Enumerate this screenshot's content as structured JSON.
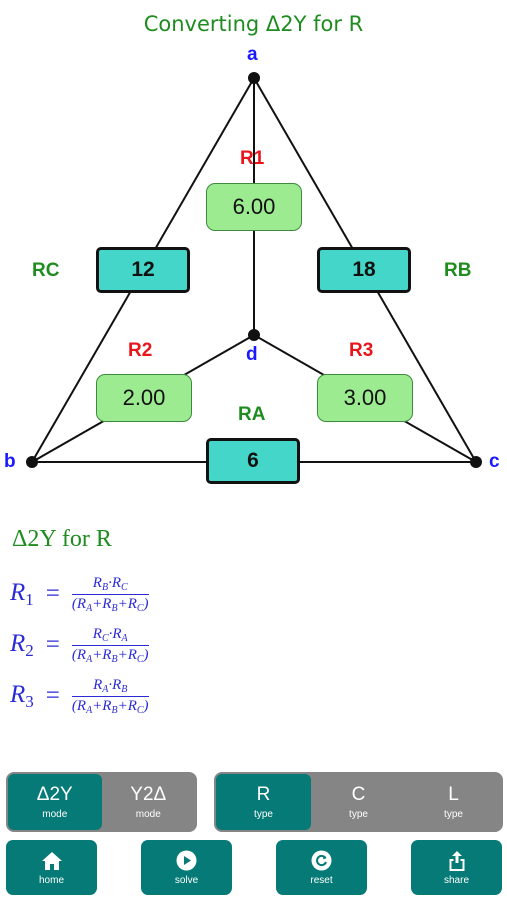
{
  "title": "Converting Δ2Y for R",
  "nodes": {
    "a": "a",
    "b": "b",
    "c": "c",
    "d": "d"
  },
  "wye": {
    "r1": {
      "label": "R1",
      "value": "6.00"
    },
    "r2": {
      "label": "R2",
      "value": "2.00"
    },
    "r3": {
      "label": "R3",
      "value": "3.00"
    }
  },
  "delta": {
    "rc": {
      "label": "RC",
      "value": "12"
    },
    "rb": {
      "label": "RB",
      "value": "18"
    },
    "ra": {
      "label": "RA",
      "value": "6"
    }
  },
  "formulas": {
    "heading": "Δ2Y for R",
    "items": [
      {
        "lhs": "R",
        "lhs_sub": "1",
        "eq": "=",
        "num": [
          "R",
          "B",
          "·R",
          "C"
        ],
        "den": [
          "(R",
          "A",
          "+R",
          "B",
          "+R",
          "C",
          ")"
        ]
      },
      {
        "lhs": "R",
        "lhs_sub": "2",
        "eq": "=",
        "num": [
          "R",
          "C",
          "·R",
          "A"
        ],
        "den": [
          "(R",
          "A",
          "+R",
          "B",
          "+R",
          "C",
          ")"
        ]
      },
      {
        "lhs": "R",
        "lhs_sub": "3",
        "eq": "=",
        "num": [
          "R",
          "A",
          "·R",
          "B"
        ],
        "den": [
          "(R",
          "A",
          "+R",
          "B",
          "+R",
          "C",
          ")"
        ]
      }
    ]
  },
  "mode": {
    "items": [
      {
        "main": "Δ2Y",
        "sub": "mode",
        "active": true
      },
      {
        "main": "Y2Δ",
        "sub": "mode",
        "active": false
      }
    ]
  },
  "type": {
    "items": [
      {
        "main": "R",
        "sub": "type",
        "active": true
      },
      {
        "main": "C",
        "sub": "type",
        "active": false
      },
      {
        "main": "L",
        "sub": "type",
        "active": false
      }
    ]
  },
  "actions": {
    "home": "home",
    "solve": "solve",
    "reset": "reset",
    "share": "share"
  },
  "colors": {
    "accent": "#067a76",
    "segment_bg": "#858585",
    "wye_box": "#9ceb90",
    "delta_box": "#44d7c9",
    "node_label": "#1a1aff",
    "wye_label": "#e8161b",
    "delta_label": "#1f8c1f",
    "formula_text": "#2a2ad6"
  },
  "icons": {
    "home": "home-icon",
    "solve": "play-circle-icon",
    "reset": "reset-circle-icon",
    "share": "share-icon"
  }
}
